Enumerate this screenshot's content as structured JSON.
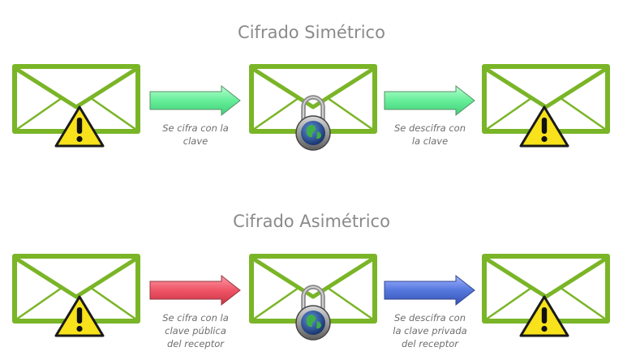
{
  "symmetric": {
    "title": "Cifrado Simétrico",
    "step1_caption": [
      "Se cifra con la",
      "clave"
    ],
    "step2_caption": [
      "Se descifra con",
      "la clave"
    ]
  },
  "asymmetric": {
    "title": "Cifrado Asimétrico",
    "step1_caption": [
      "Se cifra con la",
      "clave pública",
      "del receptor"
    ],
    "step2_caption": [
      "Se descifra con",
      "la clave privada",
      "del receptor"
    ]
  },
  "icons": {
    "message": "envelope-icon",
    "plain": "warning-icon",
    "encrypted": "padlock-globe-icon"
  },
  "colors": {
    "envelope_border": "#7ab527",
    "arrow_symmetric": "#66ee99",
    "arrow_public_key": "#ee5566",
    "arrow_private_key": "#5577dd",
    "warning_yellow": "#f7e21b"
  }
}
